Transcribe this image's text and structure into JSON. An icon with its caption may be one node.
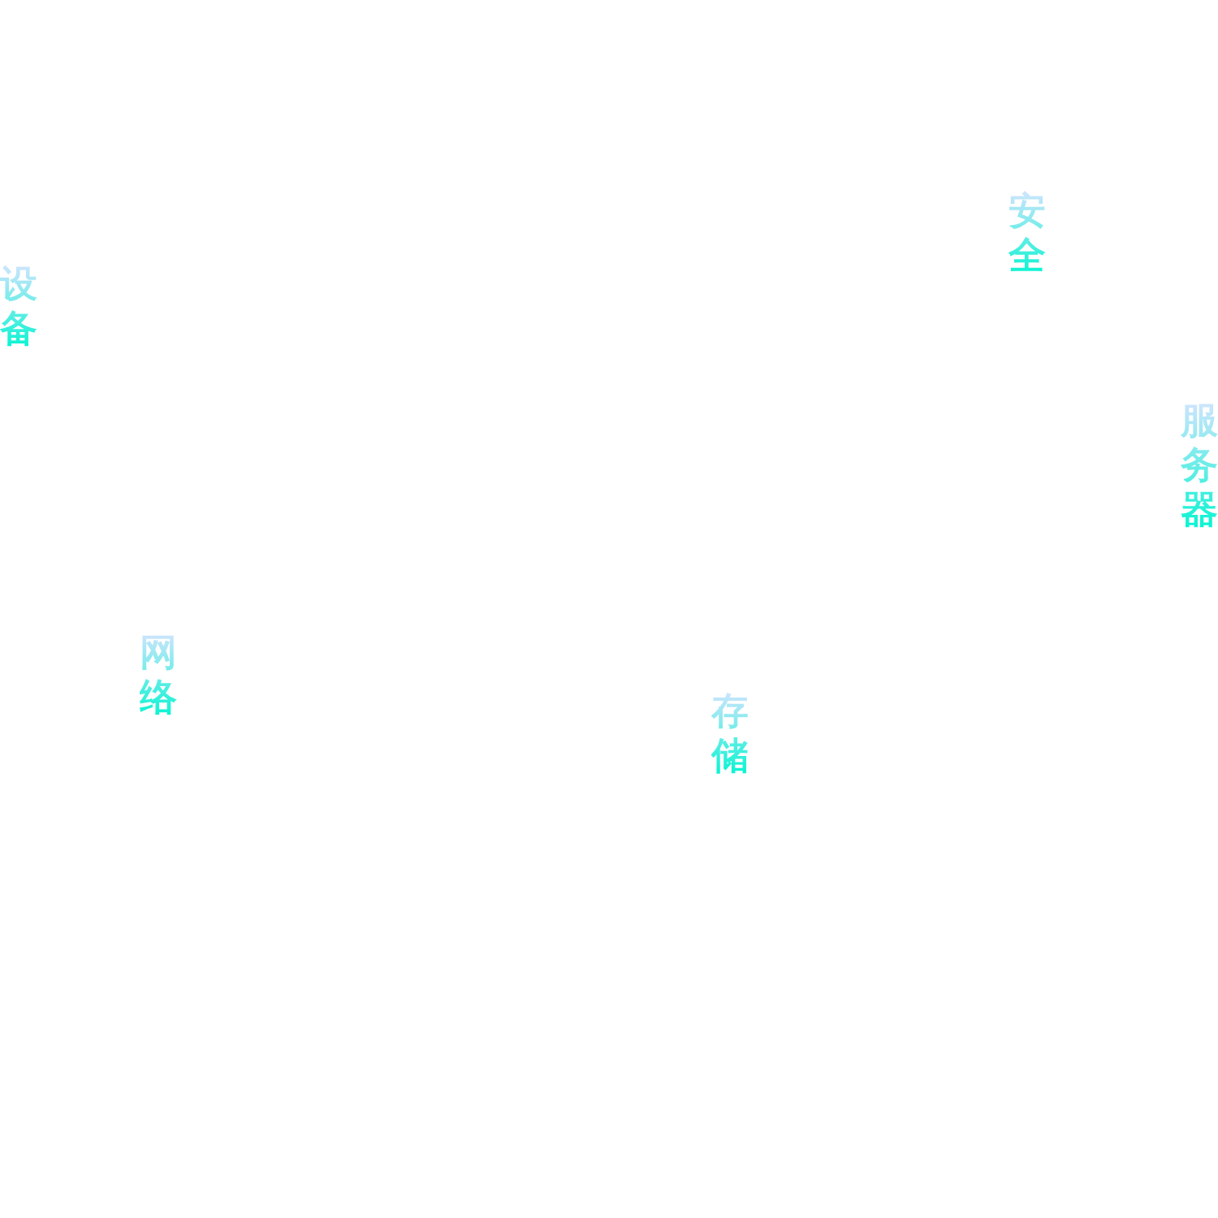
{
  "diagram": {
    "labels": [
      "安全",
      "设备",
      "服务器",
      "网络",
      "存储"
    ]
  }
}
